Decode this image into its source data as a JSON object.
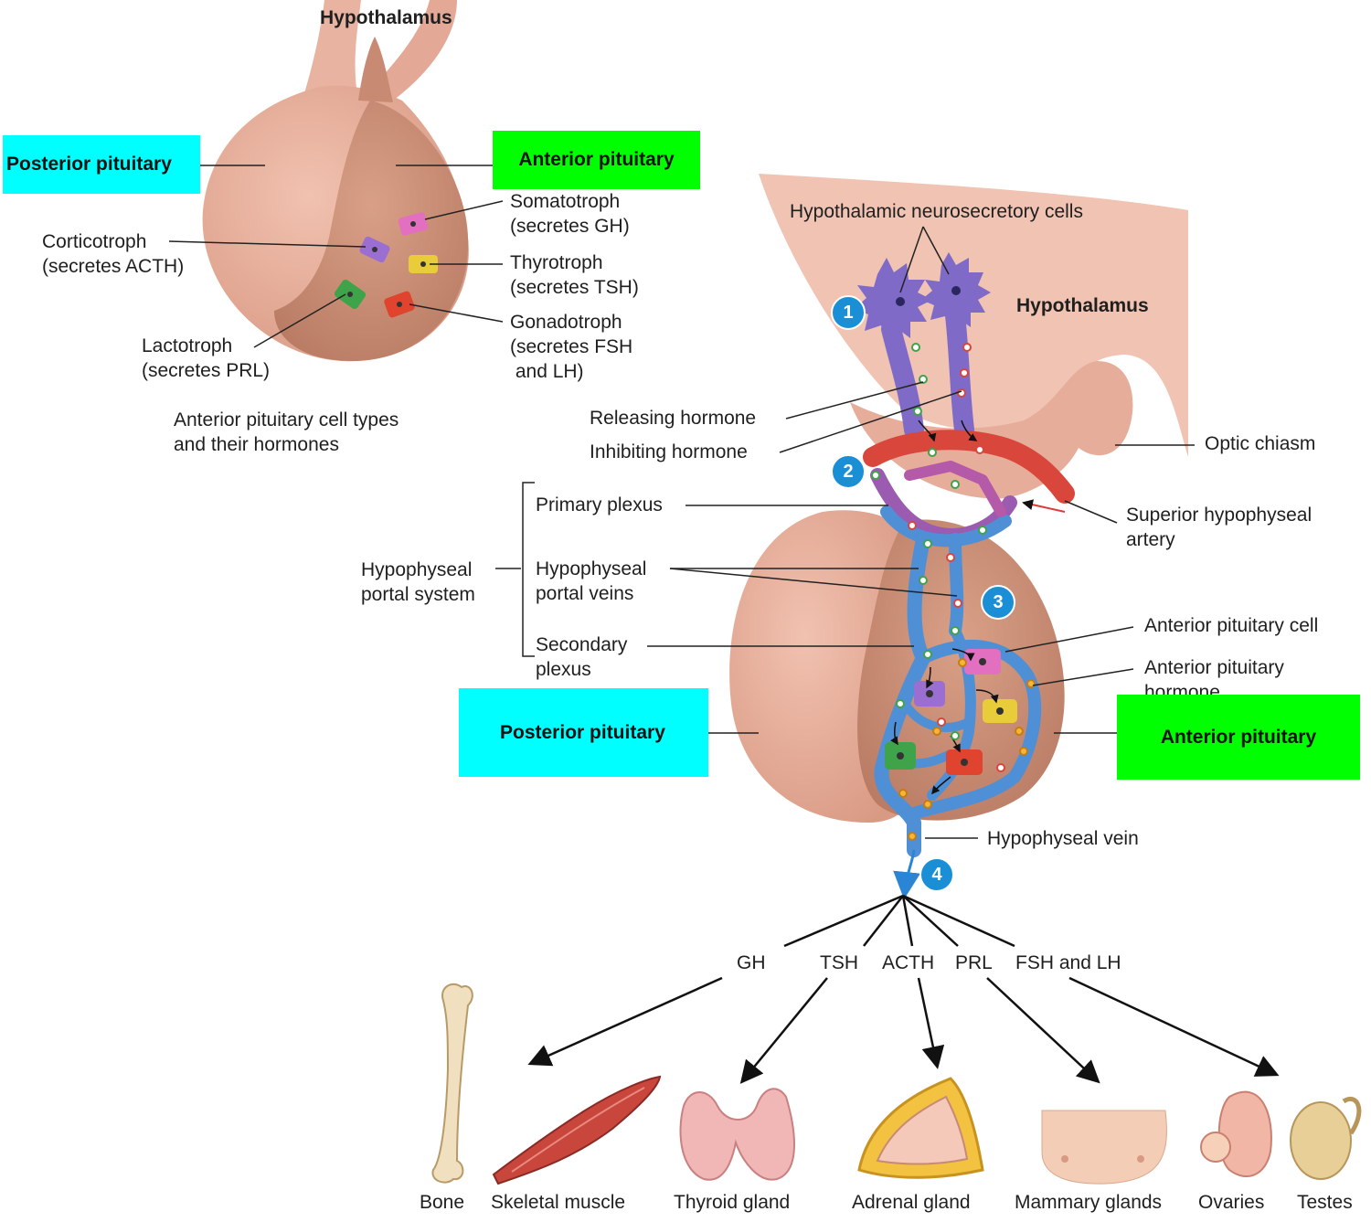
{
  "colors": {
    "tissue": "#e6ad99",
    "tissue_shadow": "#c9856f",
    "posterior_highlight": "#00ffff",
    "anterior_highlight": "#00ff00",
    "vein_blue": "#4f8fd6",
    "artery_red": "#d9463b",
    "neuron_purple": "#8b73c9",
    "step_blue": "#1b8fd6"
  },
  "top_figure": {
    "hypothalamus": "Hypothalamus",
    "posterior_pituitary": "Posterior pituitary",
    "anterior_pituitary": "Anterior pituitary",
    "somatotroph": [
      "Somatotroph",
      "(secretes GH)"
    ],
    "corticotroph": [
      "Corticotroph",
      "(secretes ACTH)"
    ],
    "thyrotroph": [
      "Thyrotroph",
      "(secretes TSH)"
    ],
    "lactotroph": [
      "Lactotroph",
      "(secretes PRL)"
    ],
    "gonadotroph": [
      "Gonadotroph",
      "(secretes FSH",
      " and LH)"
    ],
    "caption": [
      "Anterior pituitary cell types",
      "and their hormones"
    ]
  },
  "main_figure": {
    "neurosecretory_cells": "Hypothalamic neurosecretory cells",
    "hypothalamus": "Hypothalamus",
    "releasing_hormone": "Releasing hormone",
    "inhibiting_hormone": "Inhibiting hormone",
    "optic_chiasm": "Optic chiasm",
    "primary_plexus": "Primary plexus",
    "superior_artery": [
      "Superior hypophyseal",
      "artery"
    ],
    "portal_system": [
      "Hypophyseal",
      "portal system"
    ],
    "portal_veins": [
      "Hypophyseal",
      "portal veins"
    ],
    "secondary_plexus": [
      "Secondary",
      "plexus"
    ],
    "anterior_cell": "Anterior pituitary cell",
    "anterior_hormone": [
      "Anterior pituitary",
      "hormone"
    ],
    "posterior_pituitary": "Posterior pituitary",
    "anterior_pituitary": "Anterior pituitary",
    "hypophyseal_vein": "Hypophyseal vein"
  },
  "steps": [
    "1",
    "2",
    "3",
    "4"
  ],
  "hormones": [
    "GH",
    "TSH",
    "ACTH",
    "PRL",
    "FSH and LH"
  ],
  "targets": [
    "Bone",
    "Skeletal muscle",
    "Thyroid gland",
    "Adrenal gland",
    "Mammary glands",
    "Ovaries",
    "Testes"
  ]
}
